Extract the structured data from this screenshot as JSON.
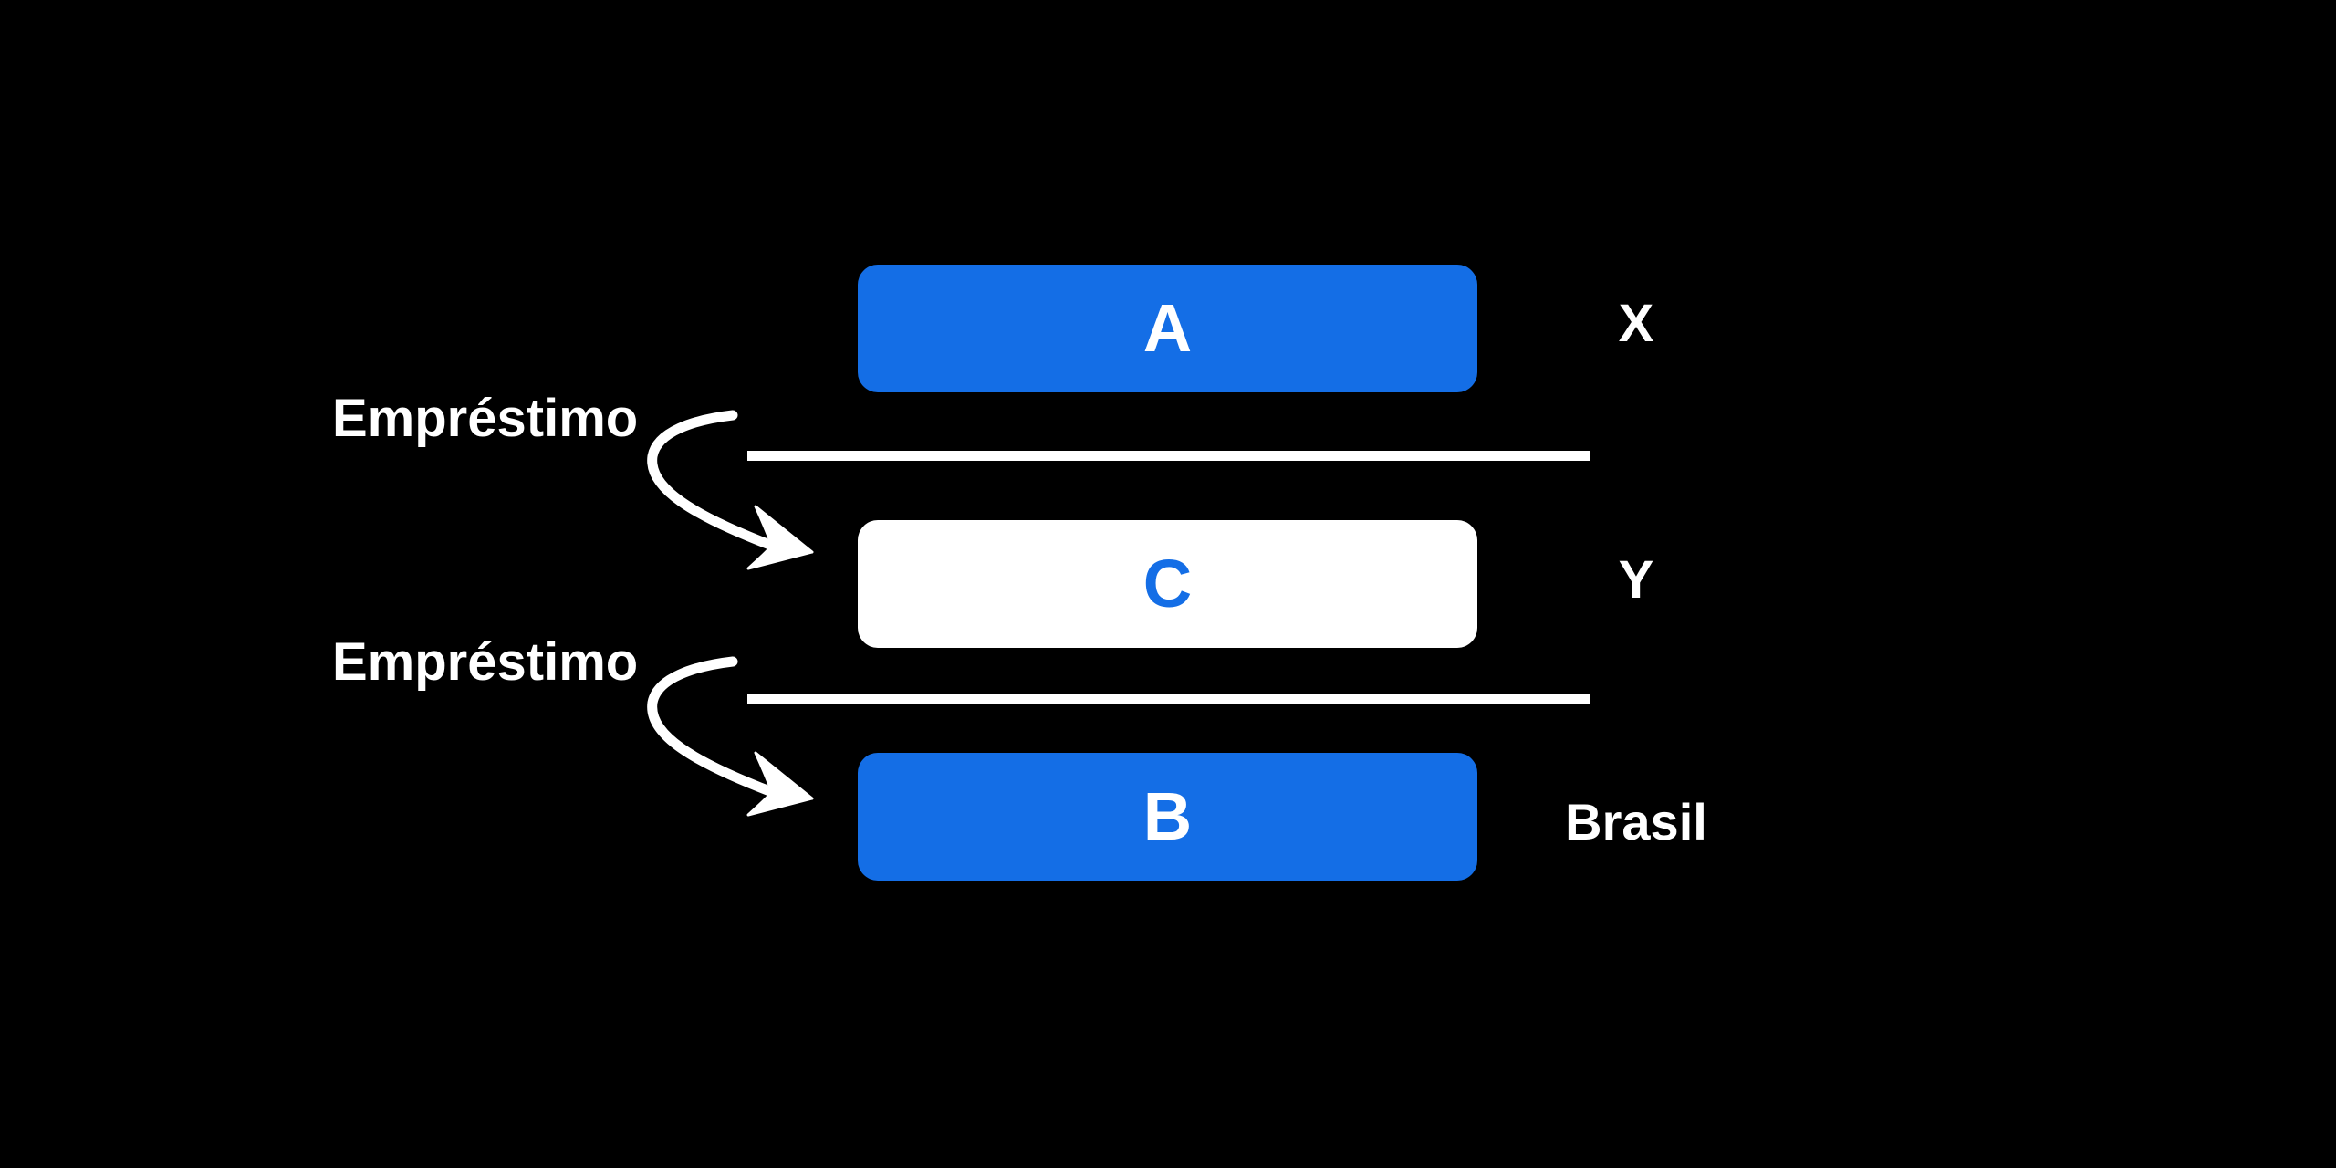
{
  "diagram": {
    "boxes": {
      "a": {
        "label": "A",
        "color": "#146ee6"
      },
      "c": {
        "label": "C",
        "color": "#ffffff"
      },
      "b": {
        "label": "B",
        "color": "#146ee6"
      }
    },
    "side_labels": {
      "x": "X",
      "y": "Y",
      "brasil": "Brasil"
    },
    "loans": [
      {
        "label": "Empréstimo"
      },
      {
        "label": "Empréstimo"
      }
    ],
    "colors": {
      "background": "#000000",
      "accent": "#146ee6",
      "foreground": "#ffffff"
    }
  }
}
